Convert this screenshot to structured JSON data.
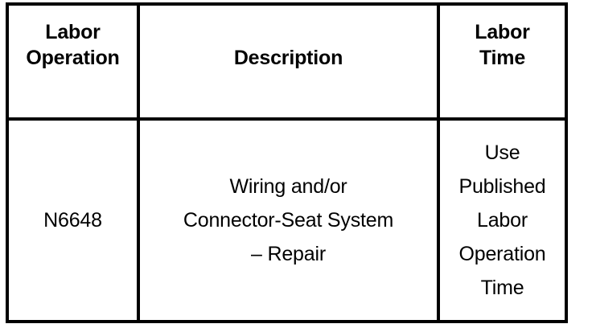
{
  "document": {
    "type": "labor-operation-table",
    "background_color": "#ffffff",
    "text_color": "#000000",
    "border_color": "#000000"
  },
  "table": {
    "columns": [
      {
        "key": "labor_operation",
        "header_lines": [
          "Labor",
          "Operation"
        ]
      },
      {
        "key": "description",
        "header_lines": [
          "Description"
        ]
      },
      {
        "key": "labor_time",
        "header_lines": [
          "Labor",
          "Time"
        ]
      }
    ],
    "rows": [
      {
        "labor_operation": [
          "N6648"
        ],
        "description": [
          "Wiring and/or",
          "Connector-Seat System",
          "– Repair"
        ],
        "labor_time": [
          "Use",
          "Published",
          "Labor",
          "Operation",
          "Time"
        ]
      }
    ]
  }
}
